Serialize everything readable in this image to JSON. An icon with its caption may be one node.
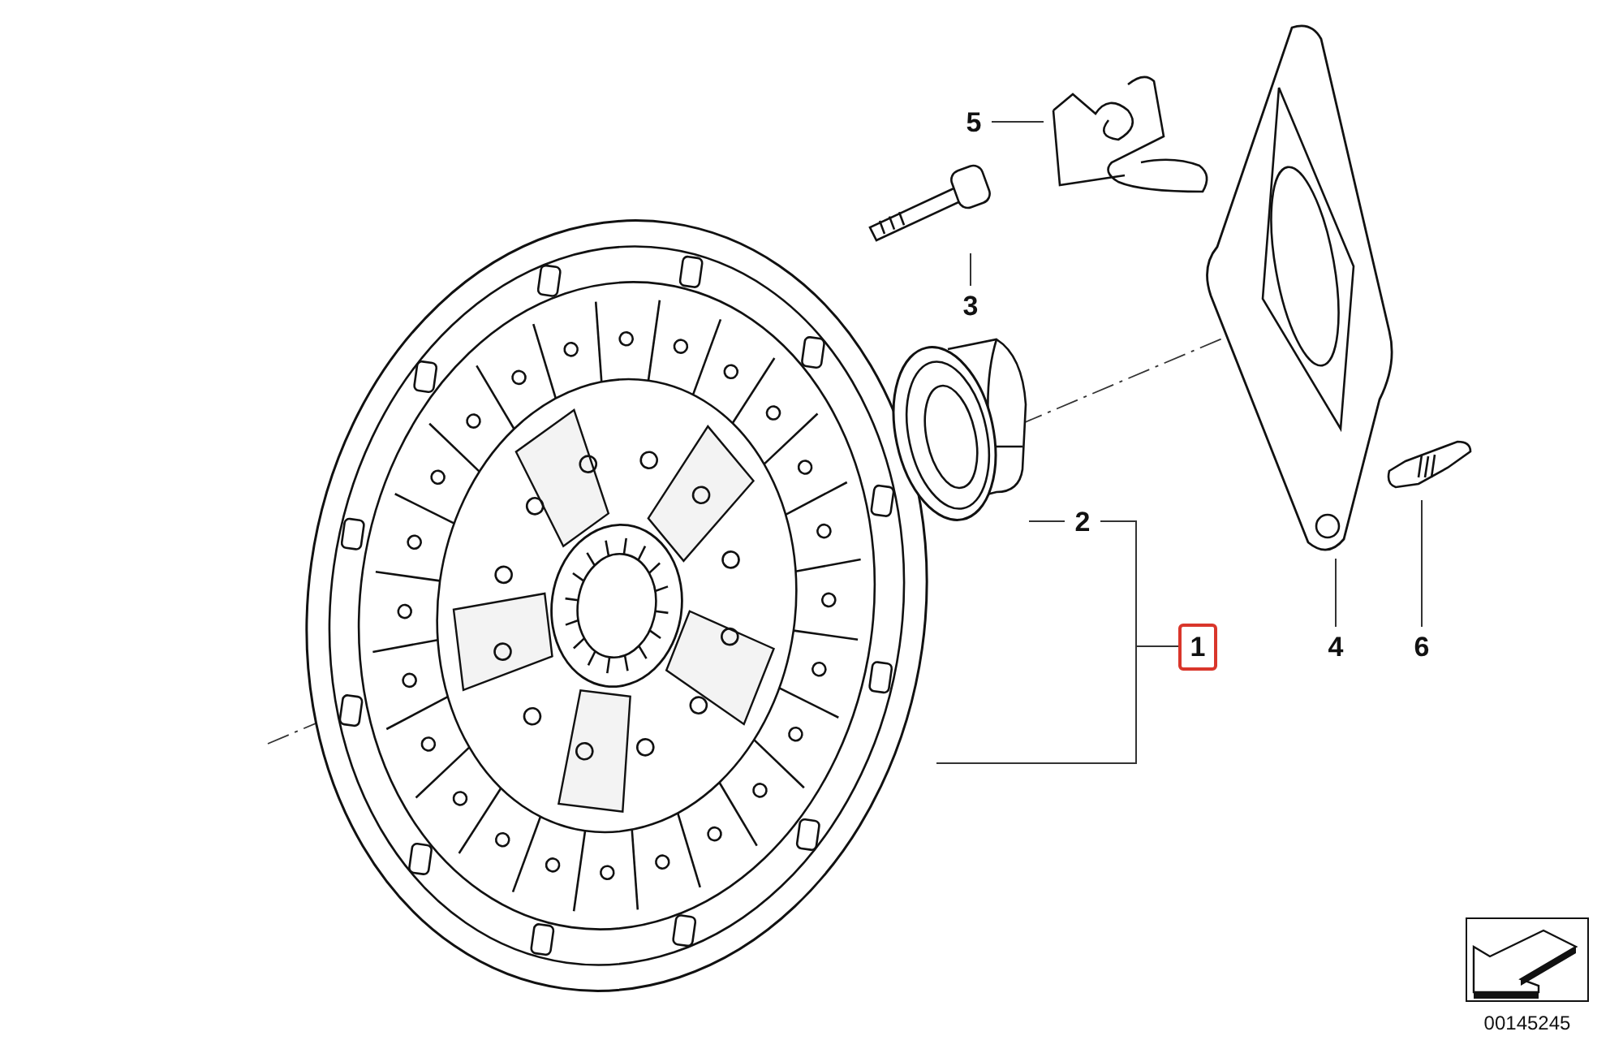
{
  "diagram": {
    "nodes": [
      {
        "text": [
          "1"
        ]
      },
      {
        "text": [
          "2"
        ]
      },
      {
        "text": [
          "3"
        ]
      },
      {
        "text": [
          "4"
        ]
      },
      {
        "text": [
          "5"
        ]
      },
      {
        "text": [
          "6"
        ]
      },
      {
        "text": [],
        "shape": "picture"
      },
      {
        "text": [],
        "shape": "picture"
      },
      {
        "text": [],
        "shape": "picture"
      },
      {
        "text": [],
        "shape": "picture"
      },
      {
        "text": [],
        "shape": "picture"
      },
      {
        "text": [],
        "shape": "picture"
      }
    ],
    "edges": [
      {
        "from": 0,
        "to": 6,
        "arrow": "none"
      },
      {
        "from": 0,
        "to": 1,
        "arrow": "none"
      },
      {
        "from": 1,
        "to": 7,
        "arrow": "none"
      },
      {
        "from": 2,
        "to": 8,
        "arrow": "none"
      },
      {
        "from": 3,
        "to": 9,
        "arrow": "none"
      },
      {
        "from": 4,
        "to": 10,
        "arrow": "none"
      },
      {
        "from": 5,
        "to": 11,
        "arrow": "none"
      }
    ],
    "labels": [
      "00145245"
    ]
  }
}
